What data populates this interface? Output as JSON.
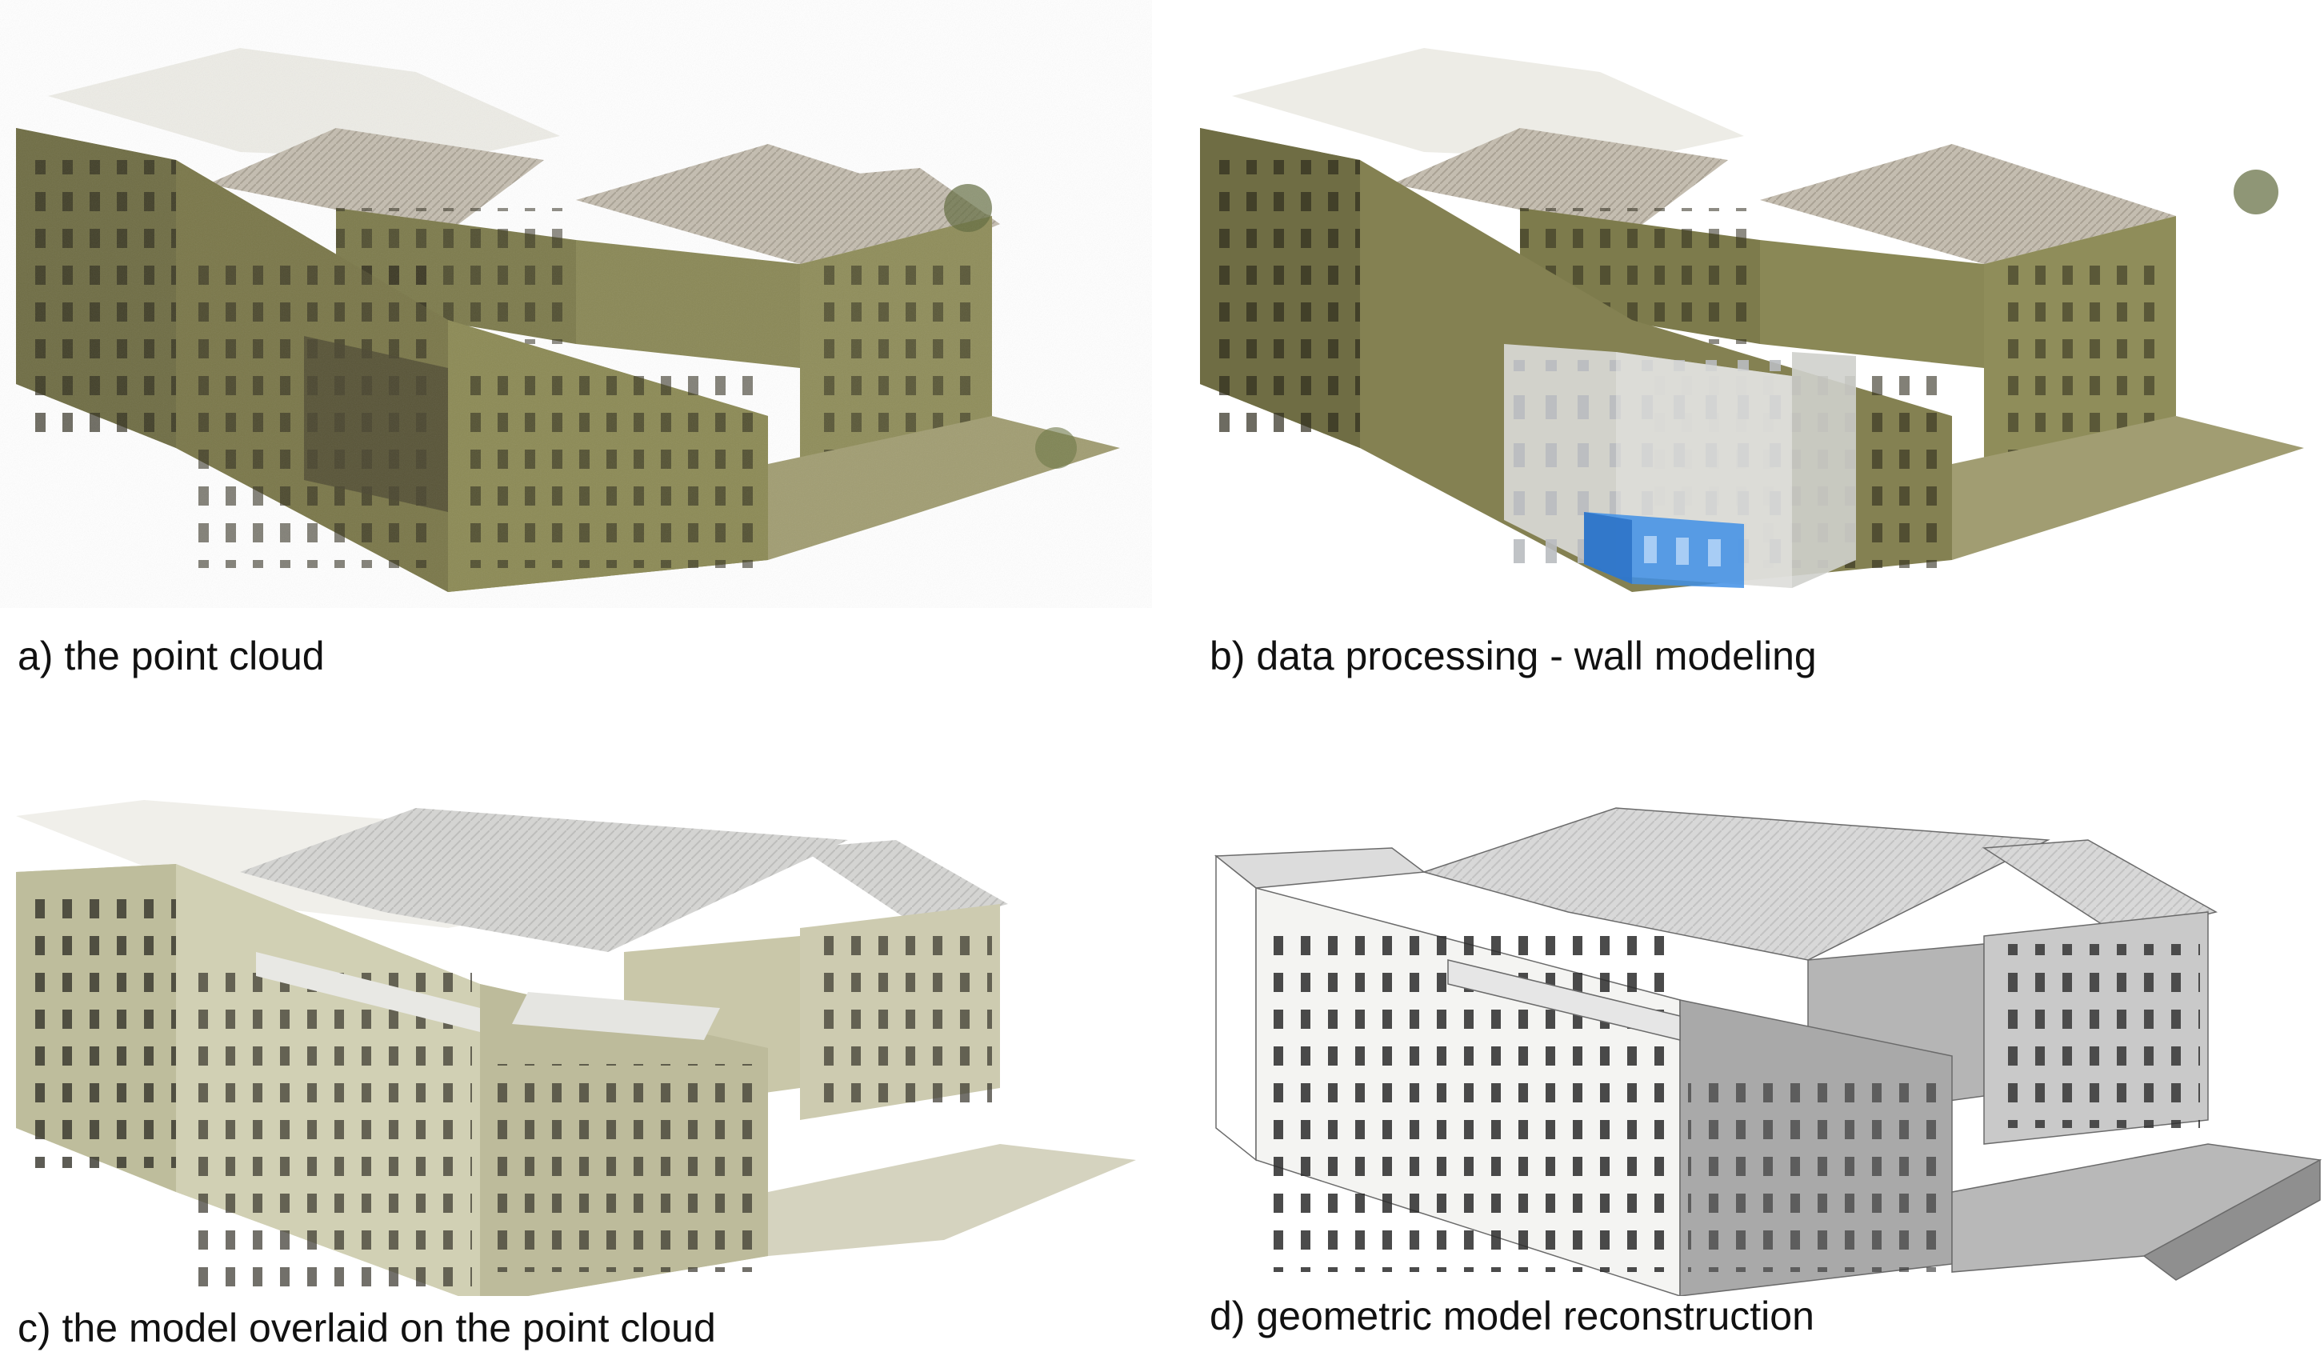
{
  "figure": {
    "panels": [
      {
        "id": "a",
        "caption": "a) the point cloud",
        "style": "point-cloud"
      },
      {
        "id": "b",
        "caption": "b) data processing - wall modeling",
        "style": "point-cloud-with-wall-model"
      },
      {
        "id": "c",
        "caption": "c) the model overlaid on the point cloud",
        "style": "model-overlay"
      },
      {
        "id": "d",
        "caption": "d) geometric model reconstruction",
        "style": "geometric-model"
      }
    ]
  },
  "colors": {
    "background": "#ffffff",
    "point_cloud_wall": "#8c8a55",
    "point_cloud_dark": "#4a4630",
    "point_cloud_roof": "#b9b2a4",
    "wall_model_grey": "#d9d9d6",
    "wall_model_highlight": "#3f8fe6",
    "model_wall": "#f4f4f2",
    "model_shade": "#a9a9a9",
    "model_roof": "#d6d6d6",
    "caption_text": "#111111"
  }
}
